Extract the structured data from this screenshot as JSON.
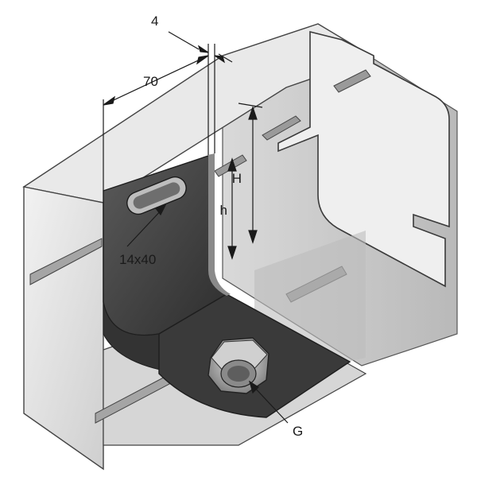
{
  "diagram": {
    "labels": {
      "thickness": "4",
      "width": "70",
      "slot": "14x40",
      "height_outer": "H",
      "height_inner": "h",
      "nut": "G"
    },
    "colors": {
      "channel_face": "#e4e4e4",
      "channel_inner": "#c9c9c9",
      "channel_edge": "#3a3a3a",
      "bracket": "#3d3d3d",
      "bracket_light": "#555555",
      "nut": "#9a9a9a",
      "dimension_line": "#1a1a1a"
    },
    "icons": {
      "nut": "hex-nut-icon",
      "bracket": "angle-bracket-icon",
      "channel": "strut-channel-icon"
    }
  }
}
